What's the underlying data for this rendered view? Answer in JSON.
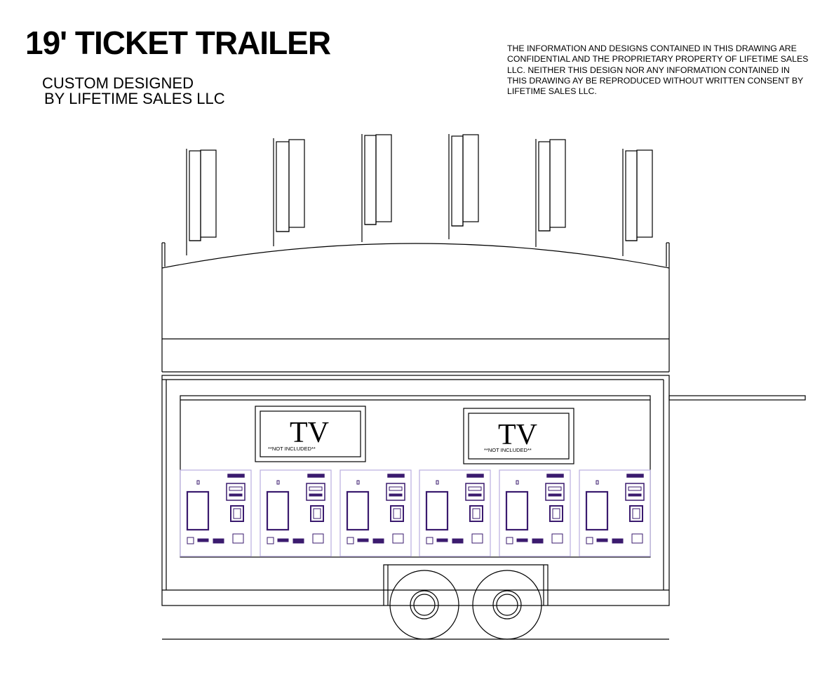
{
  "title": "19' TICKET TRAILER",
  "subtitle": {
    "line1": "CUSTOM DESIGNED",
    "line2": "BY LIFETIME SALES LLC"
  },
  "notice": "THE INFORMATION AND DESIGNS CONTAINED IN THIS DRAWING ARE CONFIDENTIAL AND THE PROPRIETARY PROPERTY OF LIFETIME SALES LLC.  NEITHER THIS DESIGN NOR ANY INFORMATION CONTAINED IN THIS DRAWING AY BE REPRODUCED WITHOUT WRITTEN CONSENT BY LIFETIME SALES LLC.",
  "tvs": [
    {
      "label": "TV",
      "note": "**NOT INCLUDED**"
    },
    {
      "label": "TV",
      "note": "**NOT INCLUDED**"
    }
  ],
  "colors": {
    "line": "#000000",
    "kiosk_outline": "#b9aee0",
    "kiosk_detail": "#3a1a6e"
  },
  "lights_count": 6,
  "kiosks_count": 6,
  "wheels_count": 2
}
